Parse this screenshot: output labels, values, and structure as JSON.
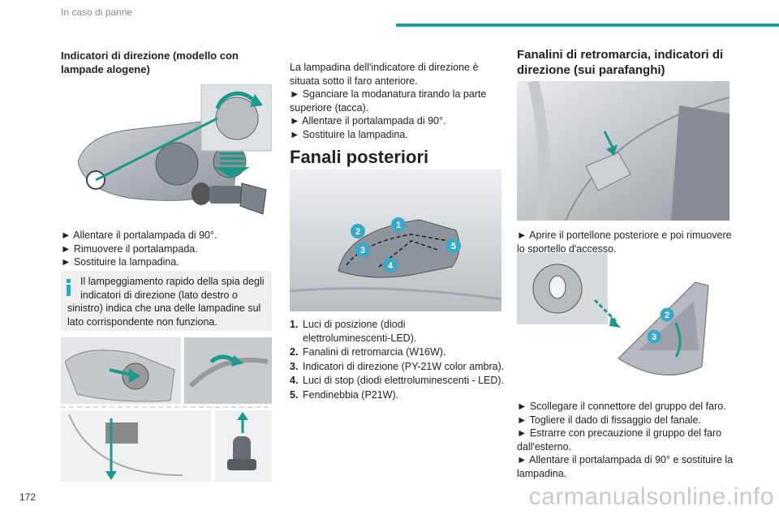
{
  "header": {
    "section": "In caso di panne"
  },
  "page_number": "172",
  "watermark": "carmanualsonline.info",
  "colors": {
    "accent": "#1f9aa6",
    "info": "#29a9c9",
    "badge": "#3aa8c8",
    "arrow": "#1b9a8c"
  },
  "col1": {
    "heading_lines": [
      "Indicatori di direzione (modello con",
      "lampade alogene)"
    ],
    "steps": [
      "► Allentare il portalampada di 90°.",
      "► Rimuovere il portalampada.",
      "► Sostituire la lampadina."
    ],
    "note_lines": [
      "Il lampeggiamento rapido della spia degli",
      "indicatori di direzione (lato destro o",
      "sinistro) indica che una delle lampadine sul",
      "lato corrispondente non funziona."
    ]
  },
  "col2": {
    "intro_lines": [
      "La lampadina dell'indicatore di direzione è",
      "situata sotto il faro anteriore.",
      "► Sganciare la modanatura tirando la parte",
      "superiore (tacca).",
      "► Allentare il portalampada di 90°.",
      "► Sostituire la lampadina."
    ],
    "title": "Fanali posteriori (berlina)",
    "badges": [
      "1",
      "2",
      "3",
      "4",
      "5"
    ],
    "legend": [
      {
        "num": "1.",
        "lines": [
          "Luci di posizione (diodi",
          "elettroluminescenti-LED)."
        ]
      },
      {
        "num": "2.",
        "lines": [
          "Fanalini di retromarcia (W16W)."
        ]
      },
      {
        "num": "3.",
        "lines": [
          "Indicatori di direzione (PY-21W color ambra)."
        ]
      },
      {
        "num": "4.",
        "lines": [
          "Luci di stop (diodi elettroluminescenti - LED)."
        ]
      },
      {
        "num": "5.",
        "lines": [
          "Fendinebbia (P21W)."
        ]
      }
    ]
  },
  "col3": {
    "heading_lines": [
      "Fanalini di retromarcia, indicatori di",
      "direzione (sui parafanghi)"
    ],
    "step_a_lines": [
      "► Aprire il portellone posteriore e poi rimuovere",
      "lo sportello d'accesso."
    ],
    "badges": [
      "2",
      "3"
    ],
    "steps_b": [
      "► Scollegare il connettore del gruppo del faro.",
      "► Togliere il dado di fissaggio del fanale.",
      "► Estrarre con precauzione il gruppo del faro",
      "dall'esterno.",
      "► Allentare il portalampada di 90° e sostituire la",
      "lampadina."
    ]
  }
}
